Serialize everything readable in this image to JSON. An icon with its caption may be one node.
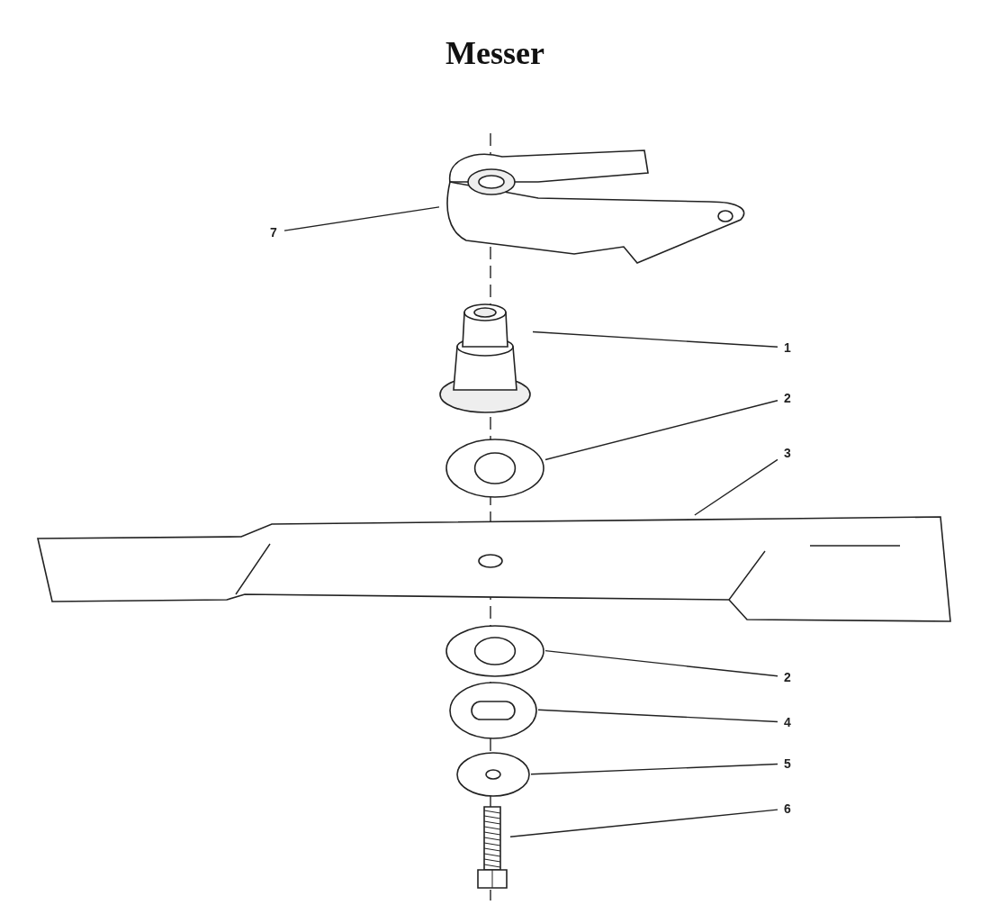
{
  "diagram": {
    "title": "Messer",
    "nodes": [
      {
        "text": [
          "7"
        ]
      },
      {
        "text": [],
        "shape": "picture"
      },
      {
        "text": [
          "1"
        ]
      },
      {
        "text": [],
        "shape": "picture"
      },
      {
        "text": [
          "2"
        ]
      },
      {
        "text": [],
        "shape": "picture"
      },
      {
        "text": [
          "3"
        ]
      },
      {
        "text": [],
        "shape": "picture"
      },
      {
        "text": [
          "2"
        ]
      },
      {
        "text": [],
        "shape": "picture"
      },
      {
        "text": [
          "4"
        ]
      },
      {
        "text": [],
        "shape": "picture"
      },
      {
        "text": [
          "5"
        ]
      },
      {
        "text": [],
        "shape": "picture"
      },
      {
        "text": [
          "6"
        ]
      },
      {
        "text": [],
        "shape": "picture"
      }
    ],
    "edges": [
      {
        "from": 0,
        "to": 1,
        "arrow": "none"
      },
      {
        "from": 2,
        "to": 3,
        "arrow": "none"
      },
      {
        "from": 4,
        "to": 5,
        "arrow": "none"
      },
      {
        "from": 6,
        "to": 7,
        "arrow": "none"
      },
      {
        "from": 8,
        "to": 9,
        "arrow": "none"
      },
      {
        "from": 10,
        "to": 11,
        "arrow": "none"
      },
      {
        "from": 12,
        "to": 13,
        "arrow": "none"
      },
      {
        "from": 14,
        "to": 15,
        "arrow": "none"
      }
    ]
  }
}
